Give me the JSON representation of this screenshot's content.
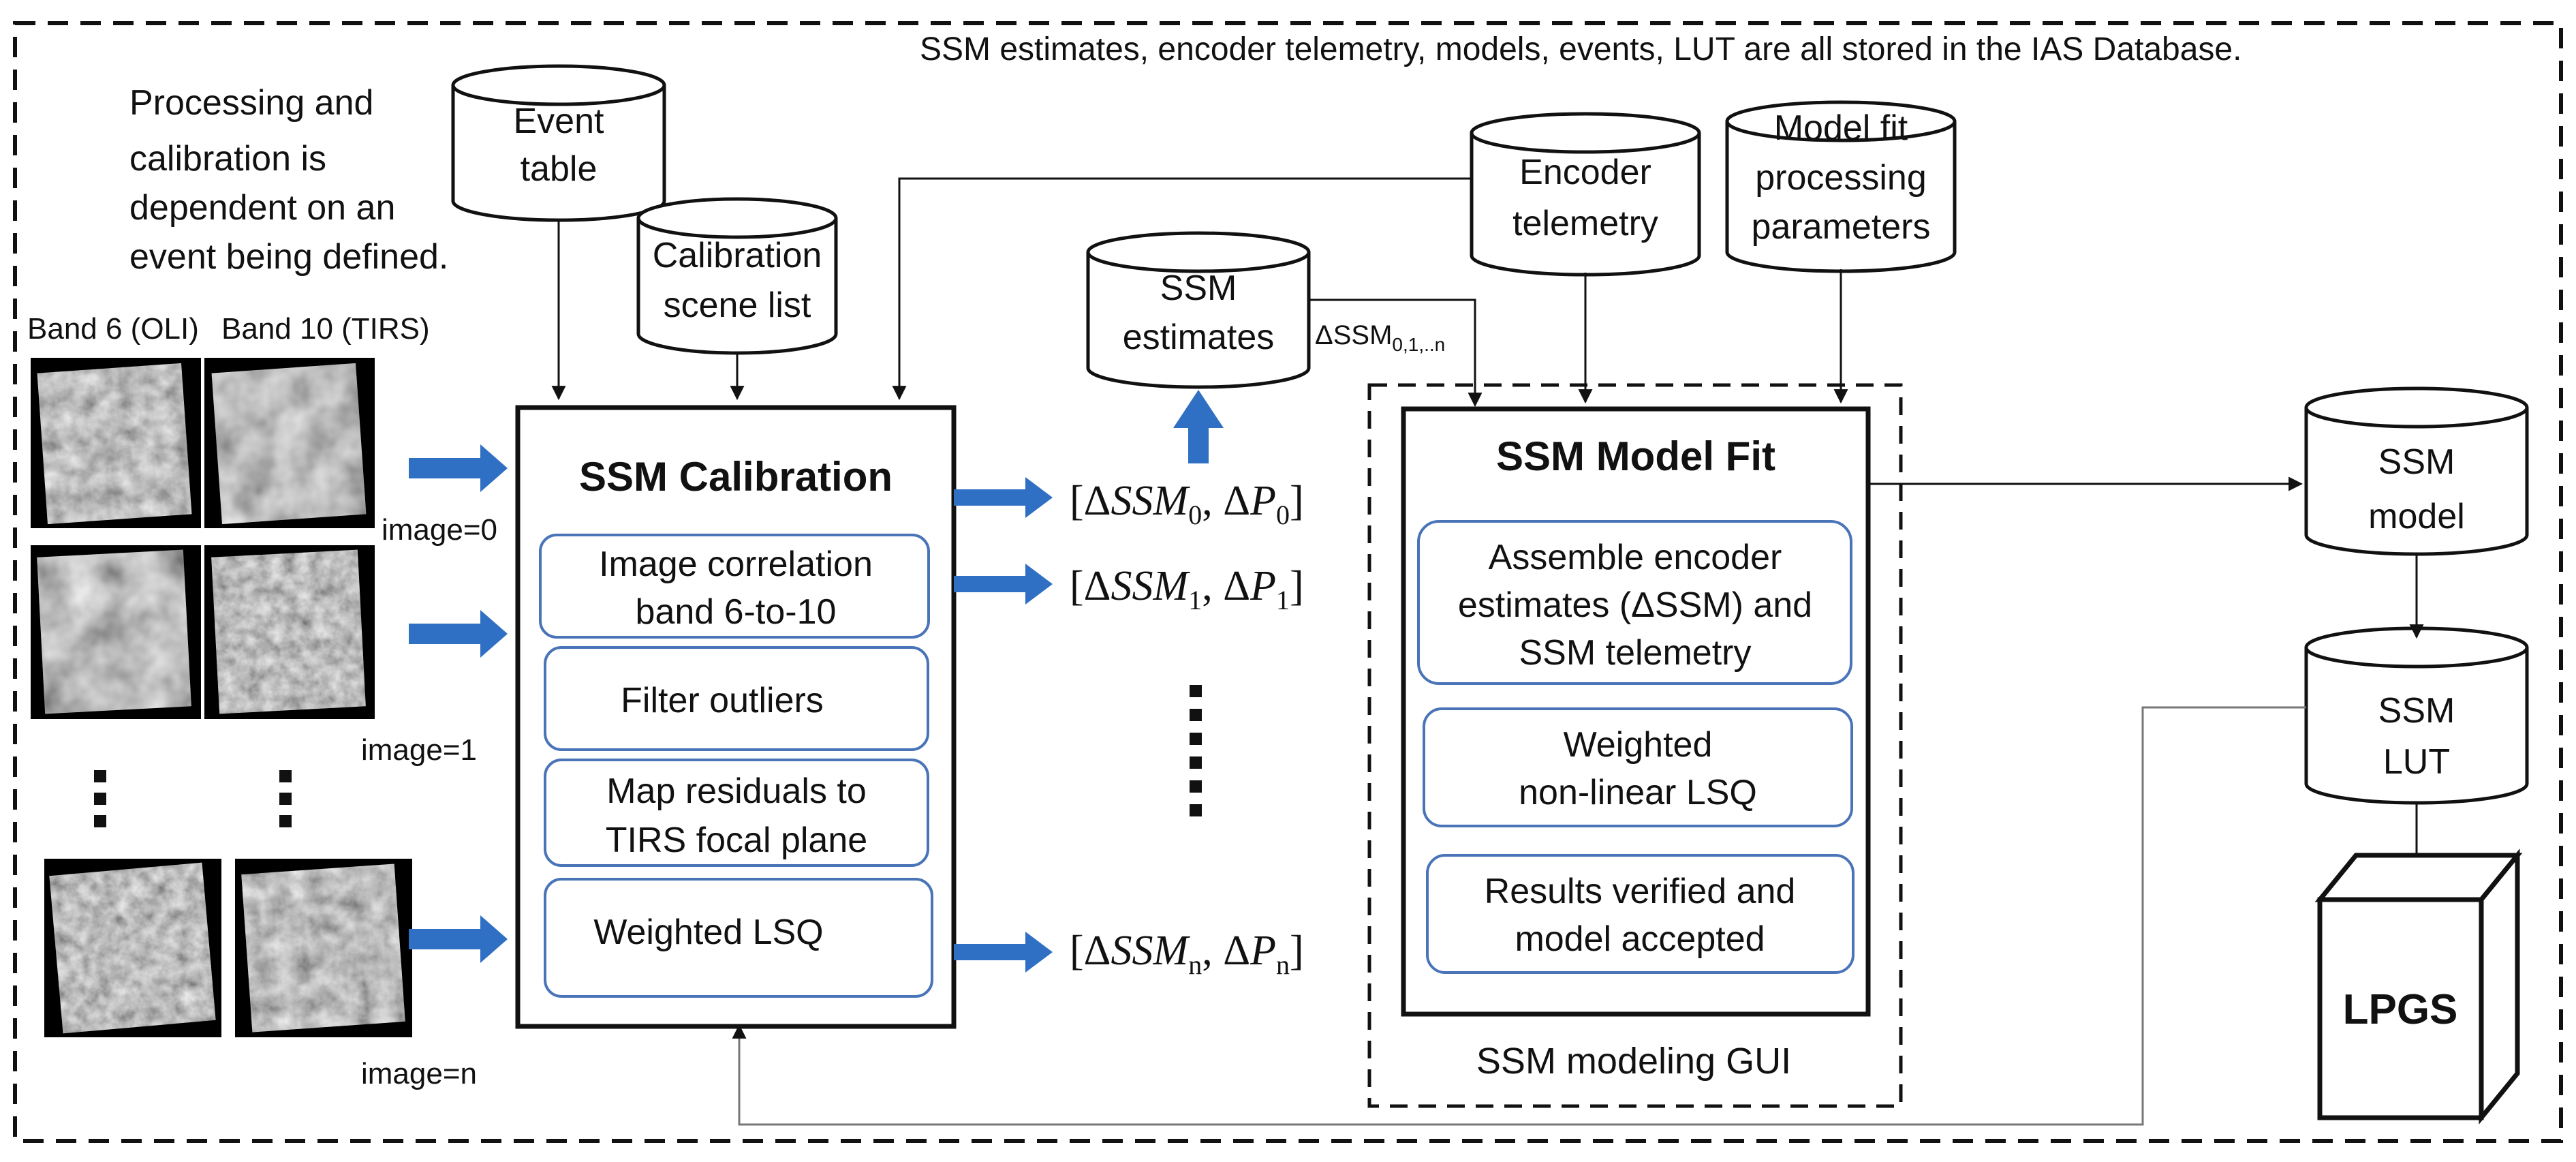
{
  "header_note": "SSM estimates, encoder telemetry, models, events, LUT are all stored in the IAS Database.",
  "side_note": [
    "Processing and",
    "calibration is",
    "dependent on an",
    "event being defined."
  ],
  "band_labels": {
    "oli": "Band 6 (OLI)",
    "tirs": "Band 10 (TIRS)"
  },
  "image_labels": [
    "image=0",
    "image=1",
    "image=n"
  ],
  "databases": {
    "event_table": [
      "Event",
      "table"
    ],
    "calibration_scene_list": [
      "Calibration",
      "scene list"
    ],
    "ssm_estimates": [
      "SSM",
      "estimates"
    ],
    "encoder_telemetry": [
      "Encoder",
      "telemetry"
    ],
    "model_fit_params": [
      "Model fit",
      "processing",
      "parameters"
    ],
    "ssm_model": [
      "SSM",
      "model"
    ],
    "ssm_lut": [
      "SSM",
      "LUT"
    ]
  },
  "calibration": {
    "title": "SSM Calibration",
    "steps": [
      [
        "Image correlation",
        "band 6-to-10"
      ],
      [
        "Filter outliers"
      ],
      [
        "Map residuals to",
        "TIRS focal plane"
      ],
      [
        "Weighted LSQ"
      ]
    ]
  },
  "outputs": {
    "labels": [
      "0",
      "1",
      "n"
    ],
    "delta_ssm_label": "ΔSSM",
    "delta_ssm_sub": "0,1,..n"
  },
  "model_fit": {
    "title": "SSM Model Fit",
    "steps": [
      [
        "Assemble encoder",
        "estimates (ΔSSM) and",
        "SSM telemetry"
      ],
      [
        "Weighted",
        "non-linear LSQ"
      ],
      [
        "Results verified and",
        "model accepted"
      ]
    ],
    "gui_label": "SSM modeling GUI"
  },
  "lpgs": "LPGS",
  "colors": {
    "arrow_blue": "#2f6fc4",
    "box_border": "#4a74b8",
    "stroke": "#111111"
  }
}
